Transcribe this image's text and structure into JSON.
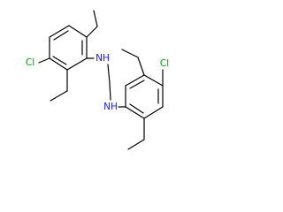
{
  "molecule": {
    "atom_labels": {
      "chlorine_left": "Cl",
      "amine_left": "NH",
      "chlorine_right": "Cl",
      "amine_right": "NH"
    }
  },
  "colors": {
    "bond": "#000000",
    "carbon_skeleton": "#000000",
    "chlorine": "#00a000",
    "nitrogen": "#1a1ad8"
  }
}
